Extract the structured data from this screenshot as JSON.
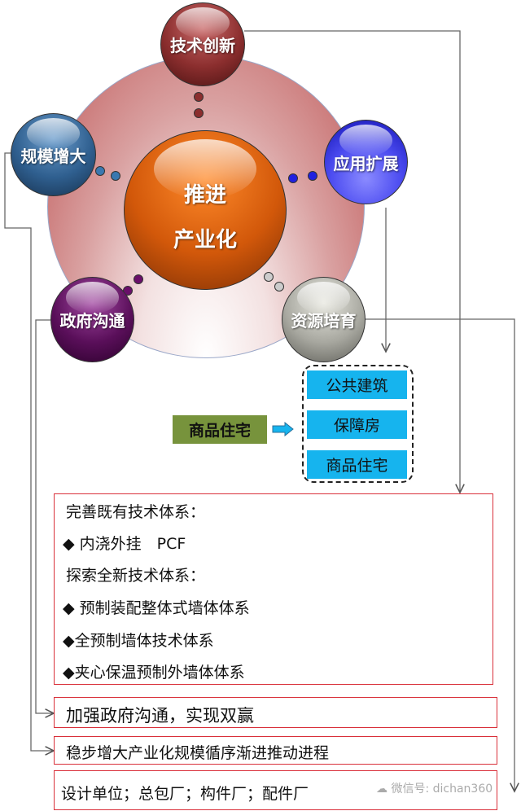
{
  "center": {
    "line1": "推进",
    "line2": "产业化"
  },
  "nodes": {
    "tech": "技术创新",
    "scale": "规模增大",
    "app": "应用扩展",
    "gov": "政府沟通",
    "resource": "资源培育"
  },
  "source_label": "商品住宅",
  "categories": [
    "公共建筑",
    "保障房",
    "商品住宅"
  ],
  "tech_box": {
    "lines": [
      "完善既有技术体系：",
      "◆ 内浇外挂　PCF",
      "探索全新技术体系：",
      "◆ 预制装配整体式墙体体系",
      "◆全预制墙体技术体系",
      "◆夹心保温预制外墙体体系"
    ]
  },
  "gov_box": "加强政府沟通，实现双赢",
  "scale_box": "稳步增大产业化规模循序渐进推动进程",
  "resource_box": "设计单位；总包厂；构件厂；配件厂",
  "watermark": "微信号: dichan360",
  "colors": {
    "tech": "#8b2e2e",
    "scale": "#2f5f8f",
    "app": "#2b2bdc",
    "gov": "#5a0f5a",
    "resource": "#9a9a92",
    "center": "#d2580a",
    "green": "#77933c",
    "blue": "#16b4ee",
    "red": "#d9303a"
  }
}
